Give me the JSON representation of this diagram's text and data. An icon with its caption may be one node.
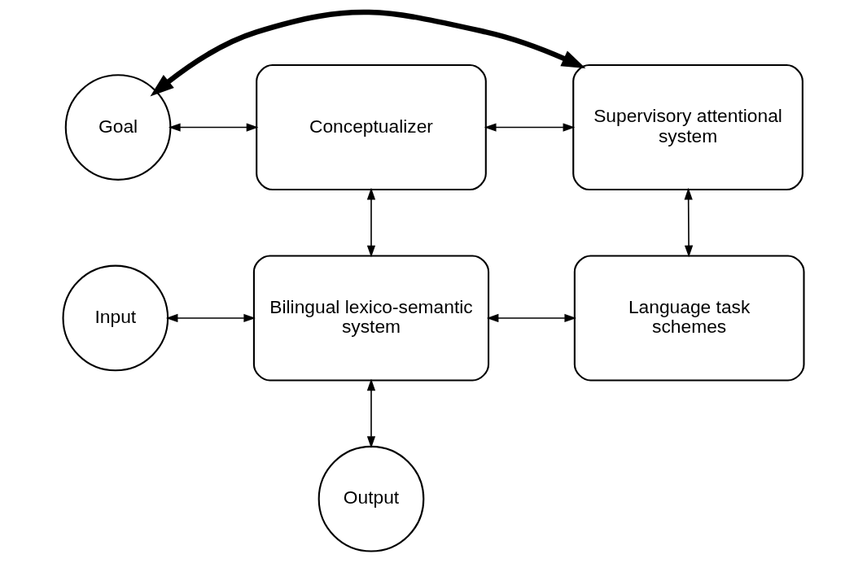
{
  "diagram": {
    "nodes": [
      {
        "text": [
          "Goal"
        ]
      },
      {
        "text": [
          "Conceptualizer"
        ]
      },
      {
        "text": [
          "Supervisory attentional system"
        ]
      },
      {
        "text": [
          "Input"
        ]
      },
      {
        "text": [
          "Bilingual lexico-semantic system"
        ]
      },
      {
        "text": [
          "Language task schemes"
        ]
      },
      {
        "text": [
          "Output"
        ]
      }
    ],
    "edges": [
      {
        "from": 0,
        "to": 1,
        "arrow": "both"
      },
      {
        "from": 1,
        "to": 2,
        "arrow": "both"
      },
      {
        "from": 1,
        "to": 4,
        "arrow": "both"
      },
      {
        "from": 2,
        "to": 5,
        "arrow": "both"
      },
      {
        "from": 3,
        "to": 4,
        "arrow": "both"
      },
      {
        "from": 4,
        "to": 5,
        "arrow": "both"
      },
      {
        "from": 4,
        "to": 6,
        "arrow": "both"
      },
      {
        "from": 0,
        "to": 2,
        "arrow": "both",
        "style": "thick"
      }
    ]
  }
}
